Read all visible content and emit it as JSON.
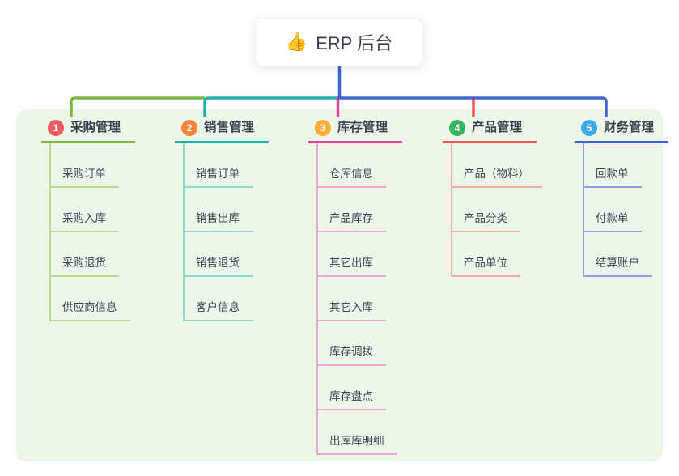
{
  "root": {
    "icon": "👍",
    "icon_name": "thumbs-up-icon",
    "title": "ERP 后台"
  },
  "colors": {
    "page_bg": "#ffffff",
    "panel_bg": "#ECF7E9",
    "node_text": "#39414F",
    "child_text": "#3E4554",
    "root_connector": "#4163D2"
  },
  "branches": [
    {
      "badge": "1",
      "label": "采购管理",
      "color": "#7CBA3F",
      "light": "#B9DC94",
      "badge_color": "#F15B63",
      "children": [
        "采购订单",
        "采购入库",
        "采购退货",
        "供应商信息"
      ]
    },
    {
      "badge": "2",
      "label": "销售管理",
      "color": "#20B2A6",
      "light": "#8FD9D2",
      "badge_color": "#F5863C",
      "children": [
        "销售订单",
        "销售出库",
        "销售退货",
        "客户信息"
      ]
    },
    {
      "badge": "3",
      "label": "库存管理",
      "color": "#E0409E",
      "light": "#F0A6D0",
      "badge_color": "#F8B033",
      "children": [
        "仓库信息",
        "产品库存",
        "其它出库",
        "其它入库",
        "库存调拨",
        "库存盘点",
        "出库库明细"
      ]
    },
    {
      "badge": "4",
      "label": "产品管理",
      "color": "#F8544E",
      "light": "#FBA9A6",
      "badge_color": "#36B45D",
      "children": [
        "产品（物料）",
        "产品分类",
        "产品单位"
      ]
    },
    {
      "badge": "5",
      "label": "财务管理",
      "color": "#4163D2",
      "light": "#8CA0DF",
      "badge_color": "#3BABE5",
      "children": [
        "回款单",
        "付款单",
        "结算账户"
      ]
    }
  ]
}
